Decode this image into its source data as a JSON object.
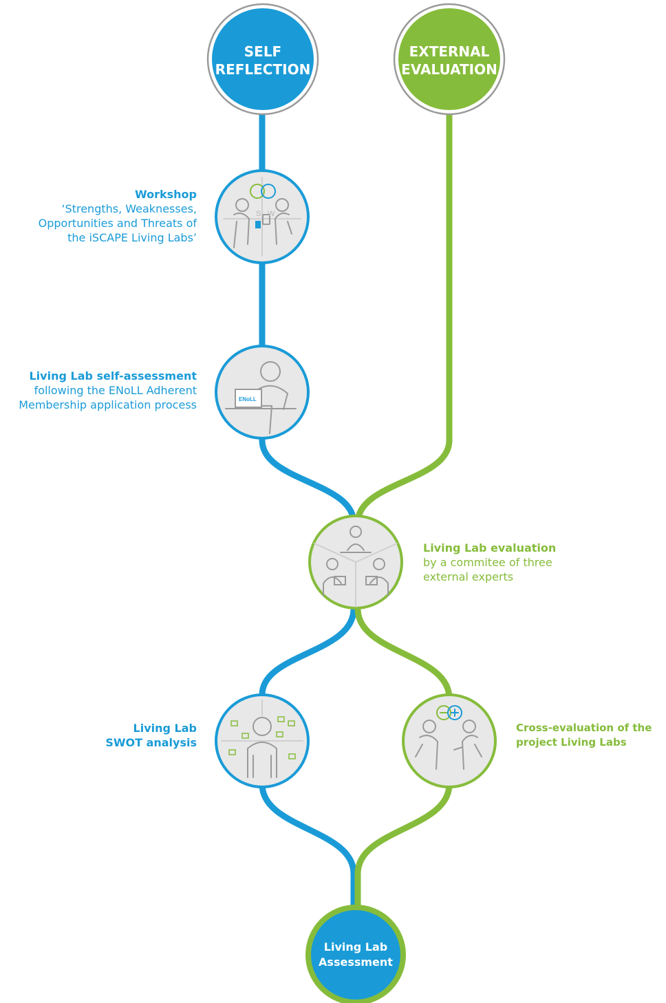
{
  "colors": {
    "blue": "#1a9bd7",
    "green": "#86bc3b",
    "node_fill": "#e8e8e8",
    "ring": "#9a9a9a",
    "icon": "#9a9a9a"
  },
  "start_nodes": {
    "self": {
      "line1": "SELF",
      "line2": "REFLECTION"
    },
    "external": {
      "line1": "EXTERNAL",
      "line2": "EVALUATION"
    }
  },
  "steps": {
    "workshop": {
      "title": "Workshop",
      "lines": [
        "‘Strengths, Weaknesses,",
        "Opportunities and Threats of",
        "the iSCAPE Living Labs’"
      ],
      "icon": "two-people-discussion-icon",
      "letters": [
        "S",
        "W"
      ]
    },
    "self_assessment": {
      "title": "Living Lab self-assessment",
      "lines": [
        "following the ENoLL Adherent",
        "Membership application process"
      ],
      "icon": "person-laptop-icon",
      "laptop_label": "ENoLL"
    },
    "evaluation": {
      "title": "Living Lab evaluation",
      "lines": [
        "by a commitee of three",
        "external experts"
      ],
      "icon": "three-experts-icon"
    },
    "swot": {
      "title_lines": [
        "Living Lab",
        "SWOT analysis"
      ],
      "icon": "swot-board-icon"
    },
    "cross": {
      "title_lines": [
        "Cross-evaluation of the",
        "project Living Labs"
      ],
      "icon": "minus-plus-discussion-icon"
    }
  },
  "end_node": {
    "line1": "Living Lab",
    "line2": "Assessment"
  }
}
